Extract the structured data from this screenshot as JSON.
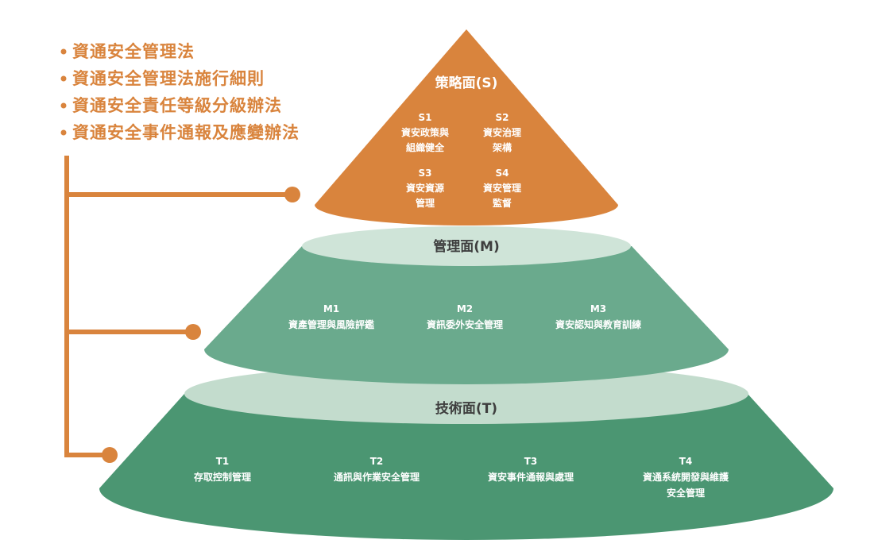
{
  "colors": {
    "orange": "#d9843d",
    "green_mid": "#6aaa8d",
    "green_dark": "#4b9672",
    "ellipse_light": "#cfe4d8",
    "ellipse_light2": "#c3dccd",
    "title_text": "#3e3e3e",
    "item_text": "#ffffff"
  },
  "laws": [
    "資通安全管理法",
    "資通安全管理法施行細則",
    "資通安全責任等級分級辦法",
    "資通安全事件通報及應變辦法"
  ],
  "strategy": {
    "title": "策略面(S)",
    "items": [
      {
        "code": "S1",
        "lines": [
          "資安政策與",
          "組織健全"
        ]
      },
      {
        "code": "S2",
        "lines": [
          "資安治理",
          "架構"
        ]
      },
      {
        "code": "S3",
        "lines": [
          "資安資源",
          "管理"
        ]
      },
      {
        "code": "S4",
        "lines": [
          "資安管理",
          "監督"
        ]
      }
    ]
  },
  "management": {
    "title": "管理面(M)",
    "items": [
      {
        "code": "M1",
        "lines": [
          "資產管理與風險評鑑"
        ]
      },
      {
        "code": "M2",
        "lines": [
          "資訊委外安全管理"
        ]
      },
      {
        "code": "M3",
        "lines": [
          "資安認知與教育訓練"
        ]
      }
    ]
  },
  "technical": {
    "title": "技術面(T)",
    "items": [
      {
        "code": "T1",
        "lines": [
          "存取控制管理"
        ]
      },
      {
        "code": "T2",
        "lines": [
          "通訊與作業安全管理"
        ]
      },
      {
        "code": "T3",
        "lines": [
          "資安事件通報與處理"
        ]
      },
      {
        "code": "T4",
        "lines": [
          "資通系統開發與維護",
          "安全管理"
        ]
      }
    ]
  }
}
